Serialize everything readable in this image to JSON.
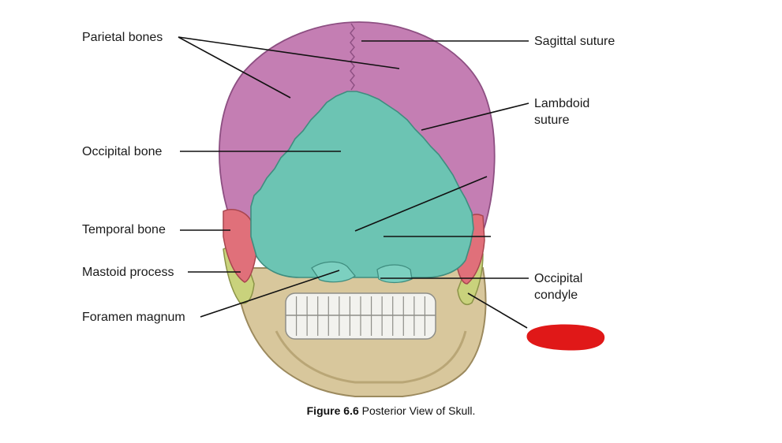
{
  "labels": {
    "parietal_bones": "Parietal bones",
    "occipital_bone": "Occipital bone",
    "temporal_bone": "Temporal bone",
    "mastoid_process": "Mastoid process",
    "foramen_magnum": "Foramen magnum",
    "sagittal_suture": "Sagittal suture",
    "lambdoid_suture_line1": "Lambdoid",
    "lambdoid_suture_line2": "suture",
    "occipital_condyle_line1": "Occipital",
    "occipital_condyle_line2": "condyle"
  },
  "caption": {
    "figure": "Figure 6.6",
    "text": " Posterior View of Skull."
  },
  "colors": {
    "parietal": "#c47eb3",
    "occipital": "#6cc4b3",
    "temporal": "#e0707a",
    "mastoid": "#c9d27c",
    "bone": "#d8c79c",
    "teeth": "#f2f2ee",
    "redaction": "#e01818"
  }
}
